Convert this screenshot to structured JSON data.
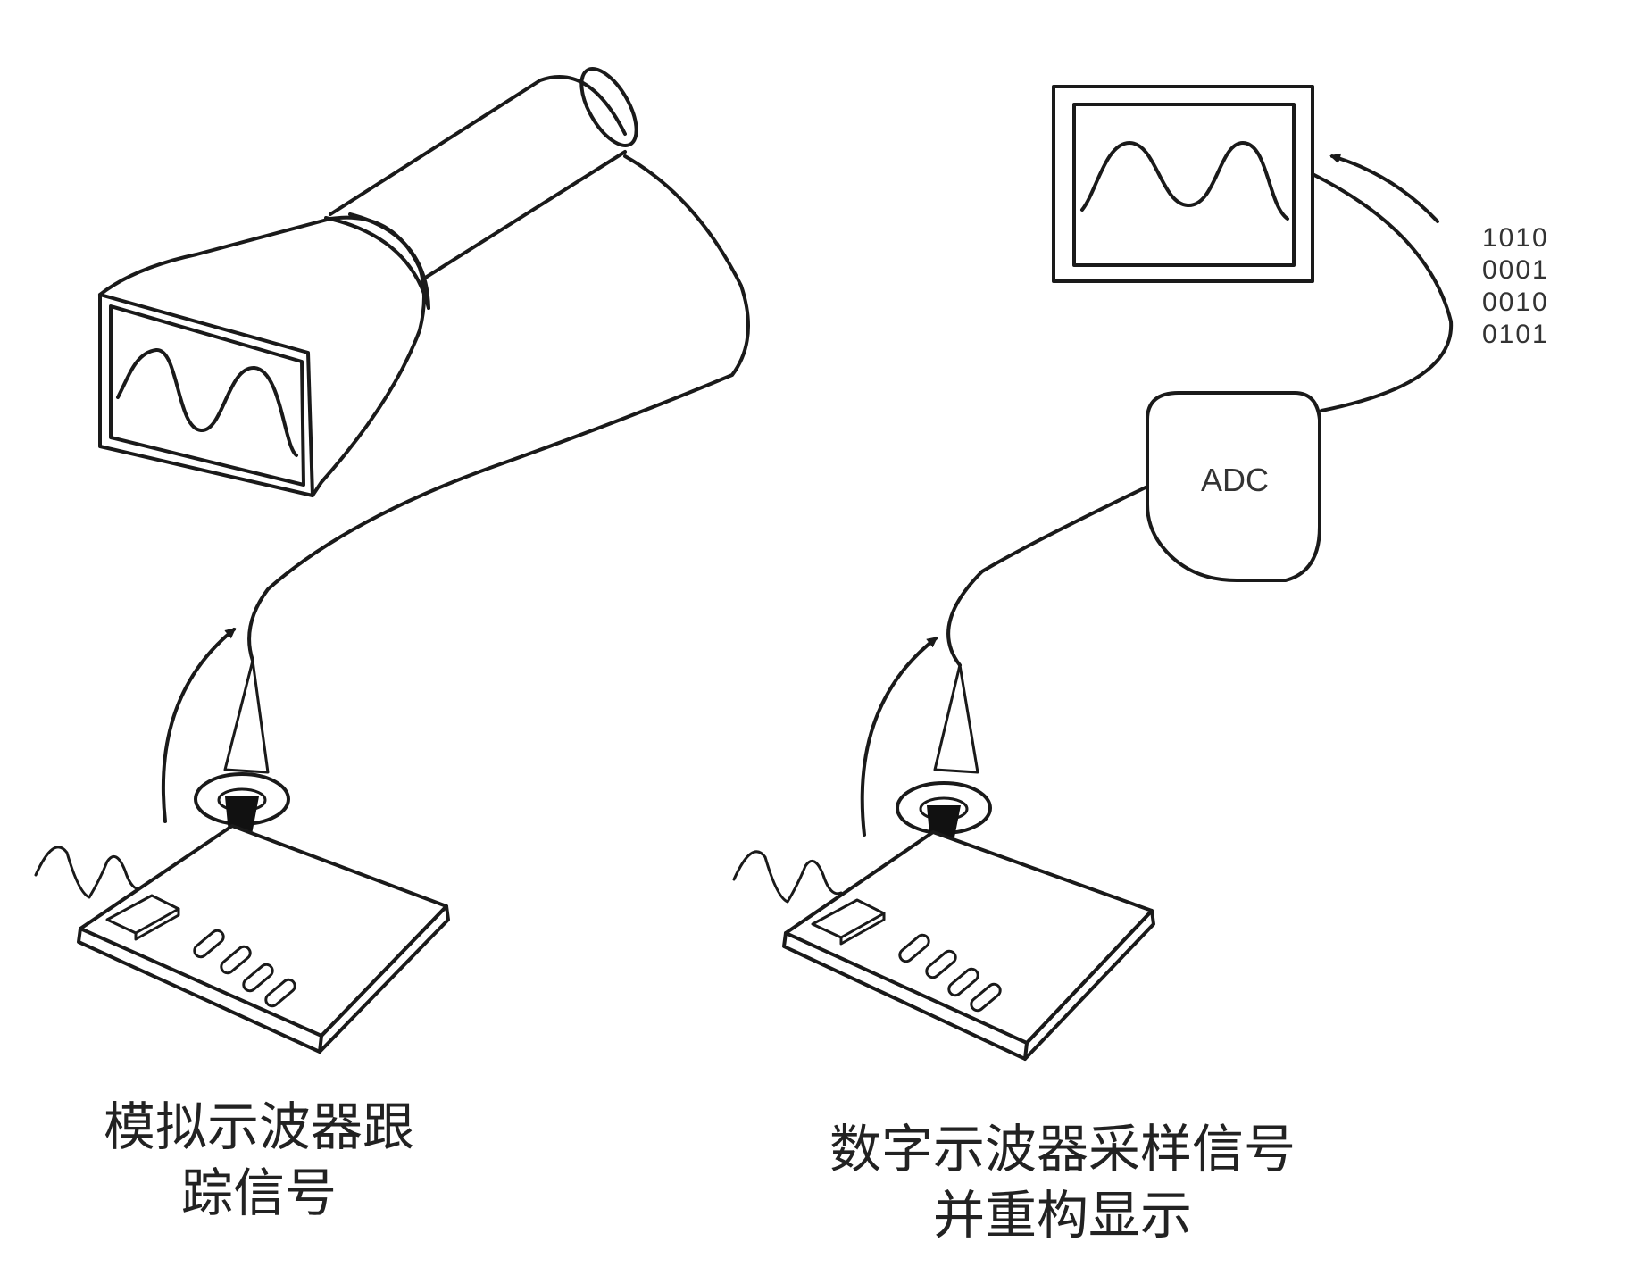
{
  "analog": {
    "caption_line1": "模拟示波器跟",
    "caption_line2": "踪信号"
  },
  "digital": {
    "caption_line1": "数字示波器采样信号",
    "caption_line2": "并重构显示",
    "adc_label": "ADC",
    "binary": [
      "1010",
      "0001",
      "0010",
      "0101"
    ]
  },
  "colors": {
    "ink": "#1a1a1a",
    "text": "#222222",
    "background": "#ffffff"
  }
}
